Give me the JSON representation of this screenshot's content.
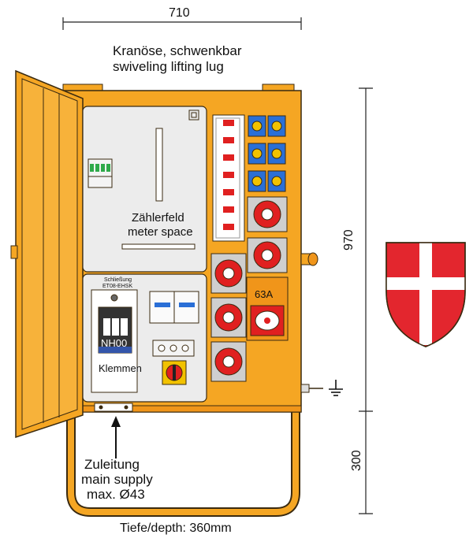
{
  "dimensions": {
    "width": "710",
    "height_cabinet": "970",
    "height_stand": "300",
    "depth": "Tiefe/depth: 360mm"
  },
  "labels": {
    "lifting_lug_de": "Kranöse, schwenkbar",
    "lifting_lug_en": "swiveling lifting lug",
    "meter_de": "Zählerfeld",
    "meter_en": "meter space",
    "lock_line1": "Schließung",
    "lock_line2": "ET08-EHSK",
    "fuse": "NH00",
    "terminals": "Klemmen",
    "socket_63a": "63A",
    "supply_line1": "Zuleitung",
    "supply_line2": "main supply",
    "supply_line3": "max. Ø43"
  },
  "colors": {
    "cabinet_orange": "#f5a623",
    "outline": "#3a2a10",
    "panel_grey": "#ececec",
    "socket_red": "#e02020",
    "socket_blue": "#2a6fd6",
    "schuko_yellow": "#f2c200",
    "breaker_green": "#2faa4a",
    "shield_red": "#e3262e",
    "shield_white": "#ffffff"
  },
  "icons": {
    "ground": "ground-symbol-icon",
    "arrow": "arrow-up-icon",
    "coat_of_arms": "vienna-coat-of-arms-icon"
  }
}
